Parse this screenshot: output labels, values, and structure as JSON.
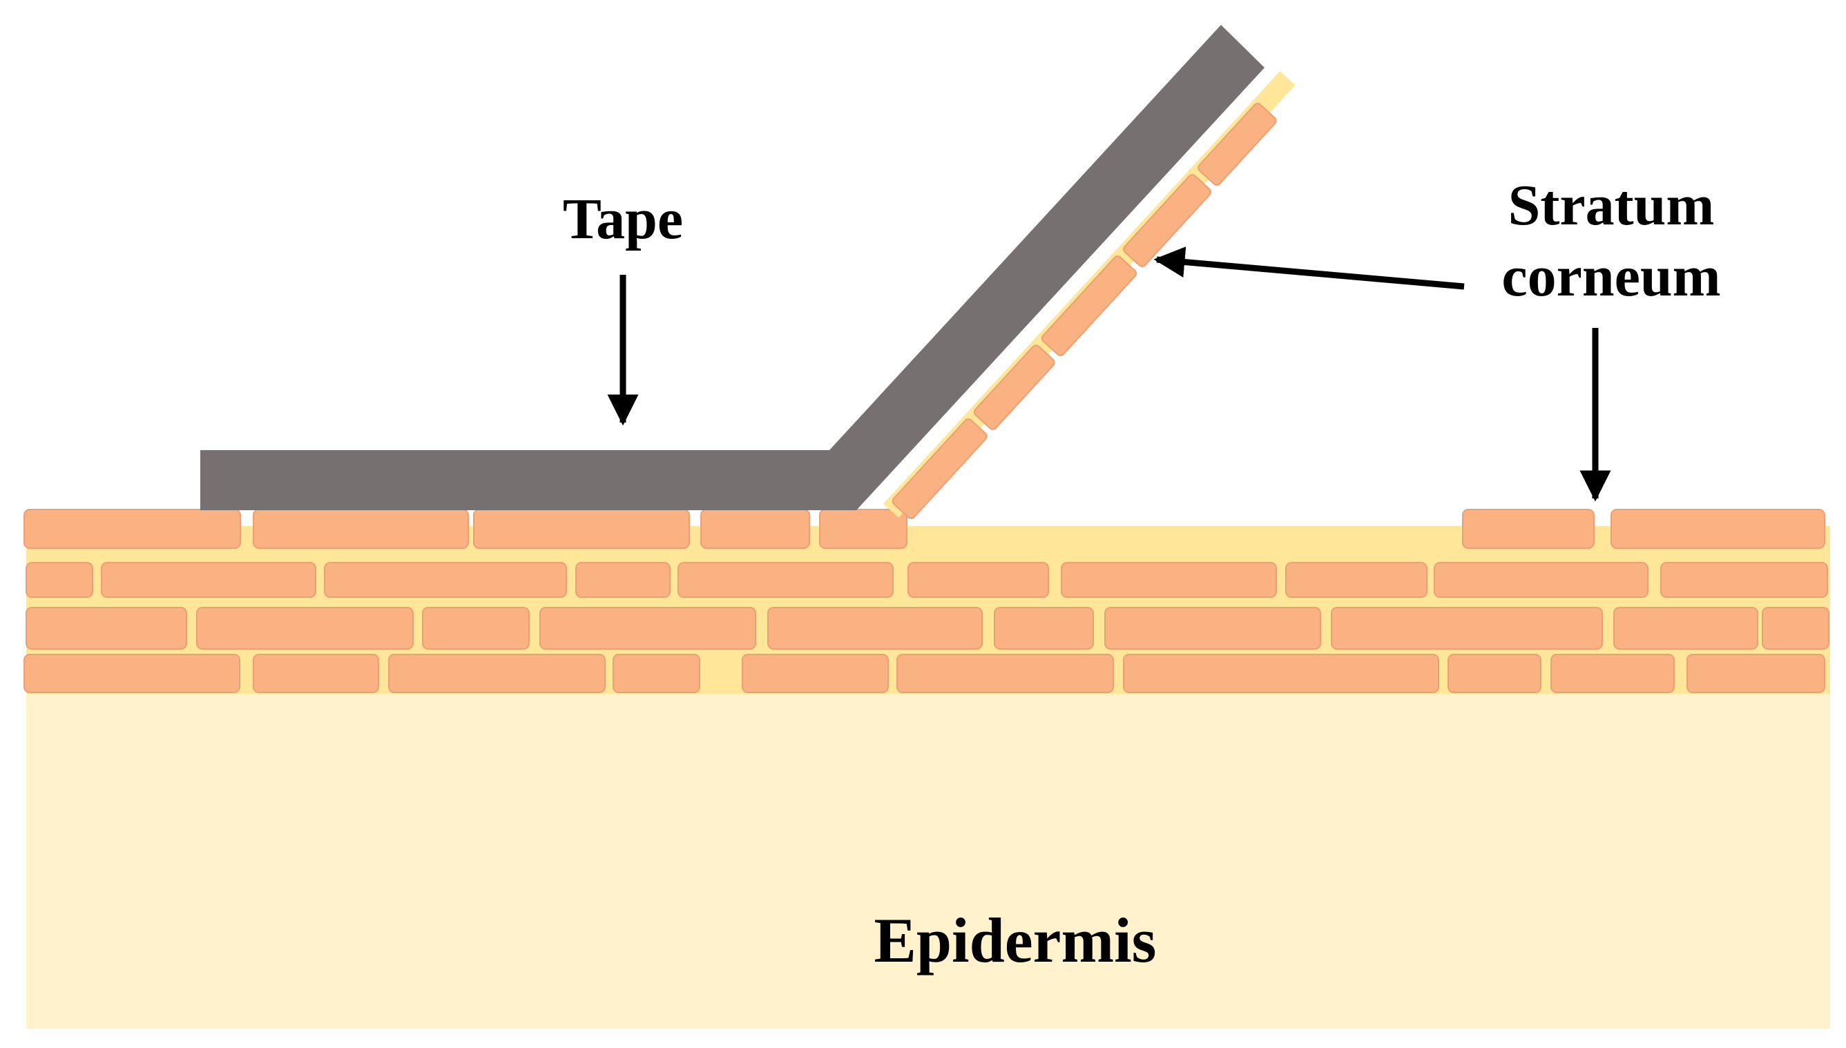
{
  "labels": {
    "tape": "Tape",
    "stratum_line1": "Stratum",
    "stratum_line2": "corneum",
    "epidermis": "Epidermis"
  },
  "colors": {
    "background": "#ffffff",
    "epidermis": "#fff2cc",
    "stratum_layer": "#ffe699",
    "cells": "#fbb282",
    "cell_outline": "#e0936a",
    "tape": "#767170",
    "arrows": "#000000"
  }
}
